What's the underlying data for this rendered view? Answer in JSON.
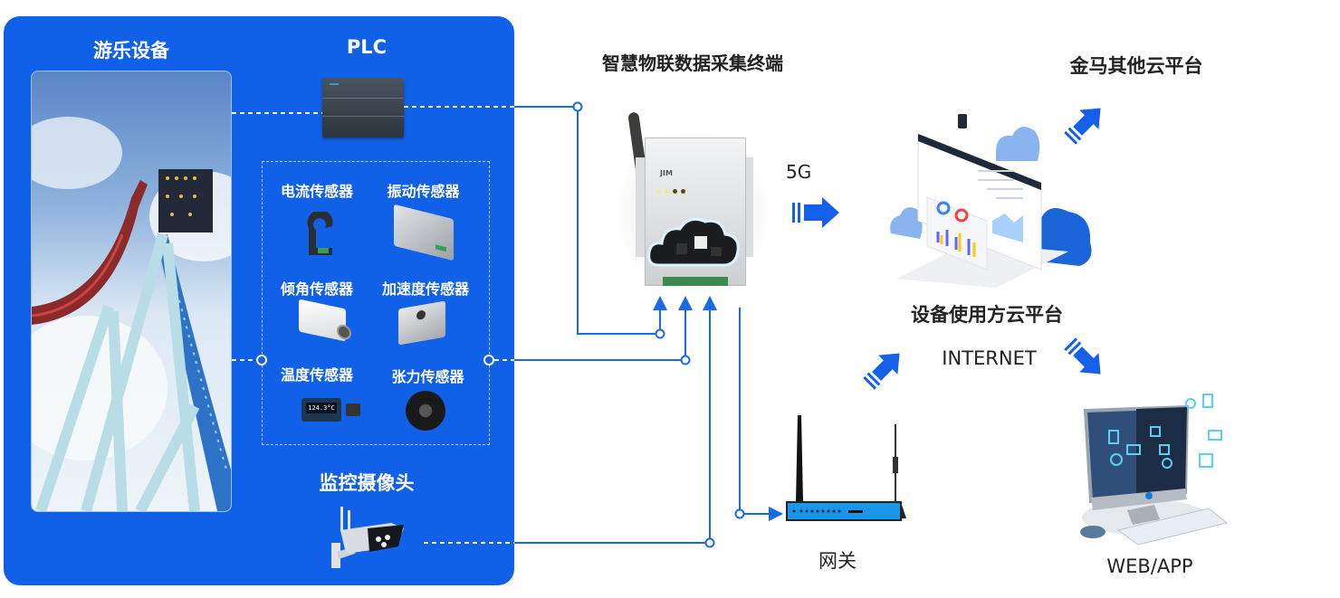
{
  "diagram": {
    "colors": {
      "panel_bg": "#1160e8",
      "line": "#1a6ae6",
      "arrow": "#1560ea",
      "text_dark": "#222222",
      "text_light": "#ffffff"
    },
    "left_panel": {
      "ride_label": "游乐设备",
      "plc_label": "PLC",
      "camera_label": "监控摄像头",
      "sensors": [
        {
          "label": "电流传感器",
          "icon": "current-sensor-icon"
        },
        {
          "label": "振动传感器",
          "icon": "vibration-sensor-icon"
        },
        {
          "label": "倾角传感器",
          "icon": "tilt-sensor-icon"
        },
        {
          "label": "加速度传感器",
          "icon": "acceleration-sensor-icon"
        },
        {
          "label": "温度传感器",
          "icon": "temperature-sensor-icon",
          "display_reading": "124.3°C"
        },
        {
          "label": "张力传感器",
          "icon": "tension-sensor-icon"
        }
      ]
    },
    "terminal": {
      "label": "智慧物联数据采集终端",
      "brand": "JIM"
    },
    "link_5g": "5G",
    "gateway_label": "网关",
    "internet_label": "INTERNET",
    "user_cloud_label": "设备使用方云平台",
    "other_cloud_label": "金马其他云平台",
    "web_app_label": "WEB/APP"
  }
}
